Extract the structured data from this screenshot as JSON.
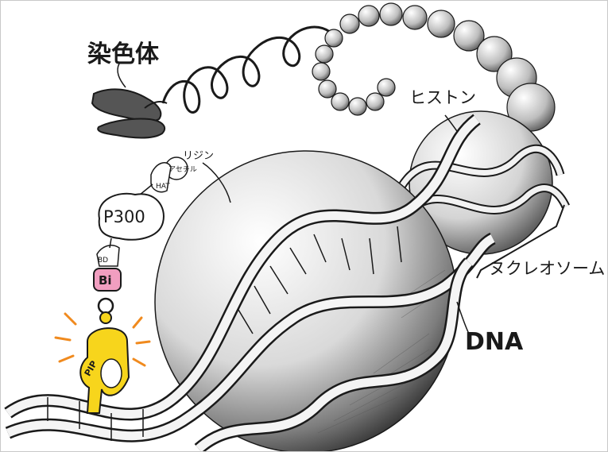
{
  "labels": {
    "chromosome": "染色体",
    "histone": "ヒストン",
    "nucleosome": "ヌクレオソーム",
    "dna": "DNA",
    "p300": "P300",
    "lysine": "リジン",
    "acetyl": "アセチル",
    "hat": "HAT",
    "bd": "BD",
    "bi": "Bi",
    "pip": "PIP"
  },
  "colors": {
    "ink": "#1a1a1a",
    "bi_pink": "#f19ec0",
    "pip_yellow": "#f7d51c",
    "spark_orange": "#f08a1e",
    "shade": "#8a8a8a"
  },
  "icons": {
    "chromosome": "chromosome-icon",
    "clamp": "clamp-icon"
  }
}
